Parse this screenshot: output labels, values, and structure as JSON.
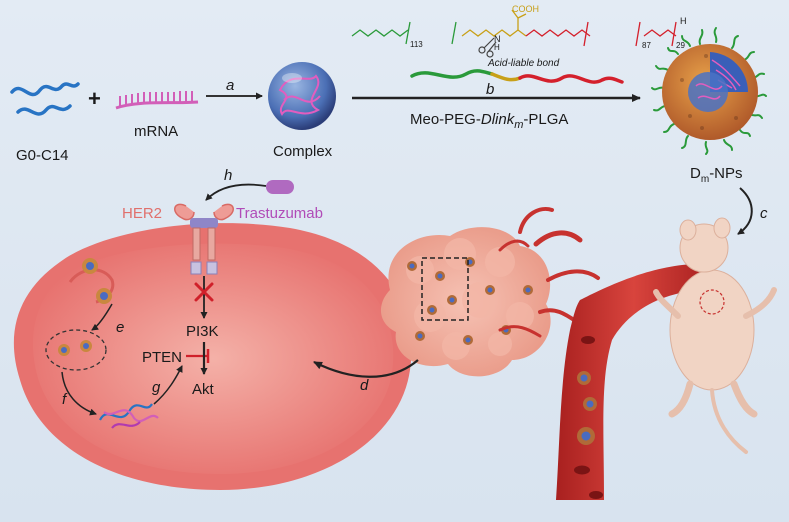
{
  "labels": {
    "g0c14": "G0-C14",
    "plus": "+",
    "mrna": "mRNA",
    "complex": "Complex",
    "polymer_pre": "Meo-PEG-",
    "polymer_dlink": "Dlink",
    "polymer_m": "m",
    "polymer_post": "-PLGA",
    "dm_d": "D",
    "dm_m": "m",
    "dm_post": "-NPs",
    "acid_bond": "Acid-liable bond",
    "cooh": "COOH",
    "sub_113": "113",
    "sub_87": "87",
    "sub_29": "29",
    "h_atom": "H",
    "n_atom": "N",
    "h_on_n": "H",
    "her2": "HER2",
    "trastuzumab": "Trastuzumab",
    "pi3k": "PI3K",
    "pten": "PTEN",
    "akt": "Akt"
  },
  "steps": {
    "a": "a",
    "b": "b",
    "c": "c",
    "d": "d",
    "e": "e",
    "f": "f",
    "g": "g",
    "h": "h"
  },
  "colors": {
    "cell": "#e7726f",
    "cell_inner": "#f0a39c",
    "vessel": "#c7322f",
    "tumor": "#efa898",
    "mouse": "#f1d4c4",
    "peg": "#2a9a3a",
    "dlink": "#c8a018",
    "plga": "#d4202c",
    "mrna": "#d25fb8",
    "g0c14": "#2874c4",
    "herbox": "#8f86c8",
    "antibody": "#b06ac0",
    "inhibit": "#d0202a"
  }
}
